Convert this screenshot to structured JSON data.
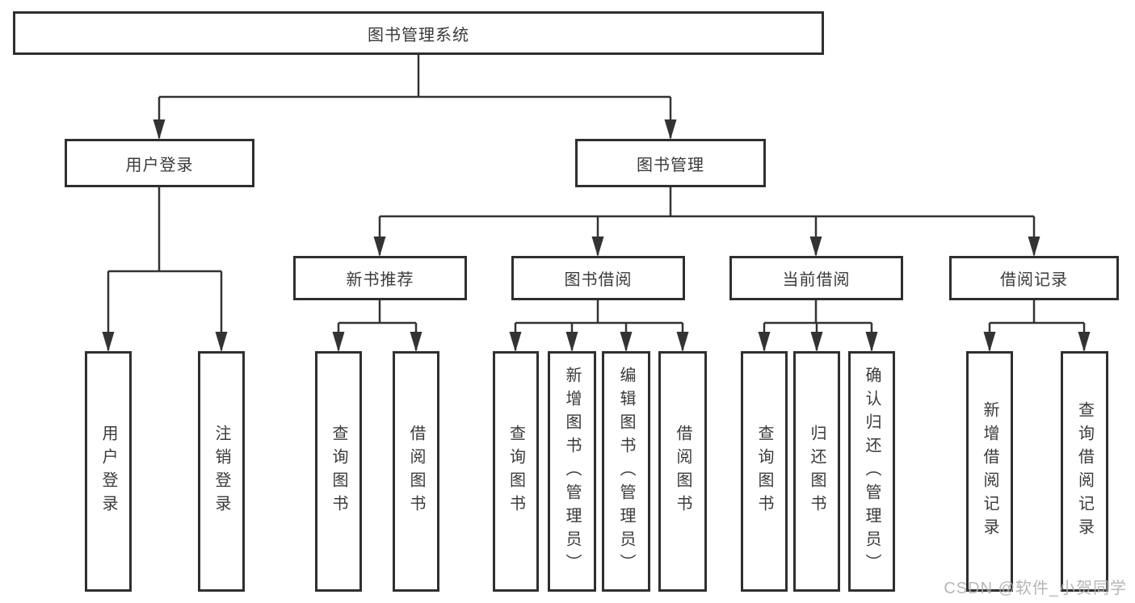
{
  "diagram": {
    "root": {
      "label": "图书管理系统"
    },
    "branches": [
      {
        "label": "用户登录",
        "children": [
          {
            "label": "用户登录"
          },
          {
            "label": "注销登录"
          }
        ]
      },
      {
        "label": "图书管理",
        "children": [
          {
            "label": "新书推荐",
            "children": [
              {
                "label": "查询图书"
              },
              {
                "label": "借阅图书"
              }
            ]
          },
          {
            "label": "图书借阅",
            "children": [
              {
                "label": "查询图书"
              },
              {
                "label": "新增图书（管理员）"
              },
              {
                "label": "编辑图书（管理员）"
              },
              {
                "label": "借阅图书"
              }
            ]
          },
          {
            "label": "当前借阅",
            "children": [
              {
                "label": "查询图书"
              },
              {
                "label": "归还图书"
              },
              {
                "label": "确认归还（管理员）"
              }
            ]
          },
          {
            "label": "借阅记录",
            "children": [
              {
                "label": "新增借阅记录"
              },
              {
                "label": "查询借阅记录"
              }
            ]
          }
        ]
      }
    ]
  },
  "watermark": {
    "text": "CSDN @软件_小贺同学"
  },
  "colors": {
    "line": "#333333",
    "box_border": "#2f2f2f",
    "text": "#3a3a3a",
    "watermark": "#afafaf",
    "background": "#ffffff"
  }
}
